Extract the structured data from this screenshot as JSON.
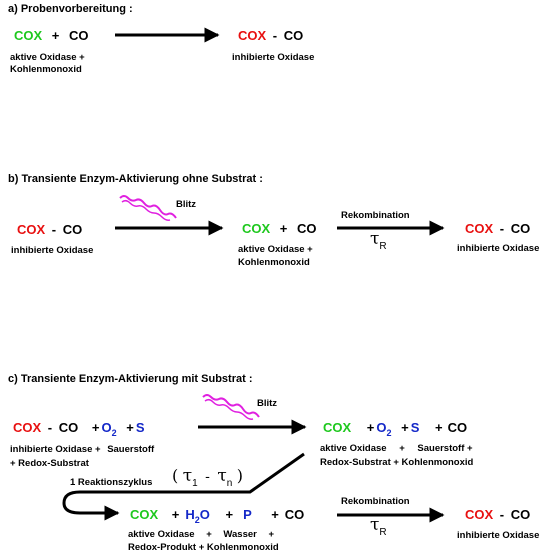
{
  "colors": {
    "green": "#1ec81e",
    "red": "#e81010",
    "blue": "#1428c8",
    "magenta": "#e020e0",
    "black": "#000000"
  },
  "section_a": {
    "heading": "a) Probenvorbereitung :",
    "left_cox": "COX",
    "left_plus": "+",
    "left_co": "CO",
    "left_desc1": "aktive Oxidase +",
    "left_desc2": "Kohlenmonoxid",
    "right_cox": "COX",
    "right_dash": "-",
    "right_co": "CO",
    "right_desc": "inhibierte Oxidase"
  },
  "section_b": {
    "heading": "b) Transiente Enzym-Aktivierung ohne Substrat :",
    "flash_label": "Blitz",
    "left_cox": "COX",
    "left_dash": "-",
    "left_co": "CO",
    "left_desc": "inhibierte Oxidase",
    "mid_cox": "COX",
    "mid_plus": "+",
    "mid_co": "CO",
    "mid_desc1": "aktive Oxidase +",
    "mid_desc2": "Kohlenmonoxid",
    "recomb_label": "Rekombination",
    "tau_symbol": "τ",
    "tau_sub": "R",
    "right_cox": "COX",
    "right_dash": "-",
    "right_co": "CO",
    "right_desc": "inhibierte Oxidase"
  },
  "section_c": {
    "heading": "c) Transiente Enzym-Aktivierung mit Substrat :",
    "flash_label": "Blitz",
    "left_cox": "COX",
    "left_dash": "-",
    "left_co": "CO",
    "left_plus1": "+",
    "left_o": "O",
    "left_o_sub": "2",
    "left_plus2": "+",
    "left_s": "S",
    "left_desc1": "inhibierte Oxidase +",
    "left_desc1b": "Sauerstoff",
    "left_desc2": "+ Redox-Substrat",
    "mid_cox": "COX",
    "mid_plus1": "+",
    "mid_o": "O",
    "mid_o_sub": "2",
    "mid_plus2": "+",
    "mid_s": "S",
    "mid_plus3": "+",
    "mid_co": "CO",
    "mid_desc1a": "aktive Oxidase",
    "mid_desc1p": "+",
    "mid_desc1b": "Sauerstoff +",
    "mid_desc2": "Redox-Substrat + Kohlenmonoxid",
    "cycle_label": "1 Reaktionszyklus",
    "cycle_open": "(",
    "cycle_tau1": "τ",
    "cycle_tau1_sub": "1",
    "cycle_dash": "-",
    "cycle_tau2": "τ",
    "cycle_tau2_sub": "n",
    "cycle_close": ")",
    "prod_cox": "COX",
    "prod_plus1": "+",
    "prod_h": "H",
    "prod_h_sub": "2",
    "prod_o": "O",
    "prod_plus2": "+",
    "prod_p": "P",
    "prod_plus3": "+",
    "prod_co": "CO",
    "prod_desc1a": "aktive Oxidase",
    "prod_desc1p1": "+",
    "prod_desc1b": "Wasser",
    "prod_desc1p2": "+",
    "prod_desc2": "Redox-Produkt + Kohlenmonoxid",
    "recomb_label": "Rekombination",
    "tau_symbol": "τ",
    "tau_sub": "R",
    "right_cox": "COX",
    "right_dash": "-",
    "right_co": "CO",
    "right_desc": "inhibierte Oxidase"
  }
}
